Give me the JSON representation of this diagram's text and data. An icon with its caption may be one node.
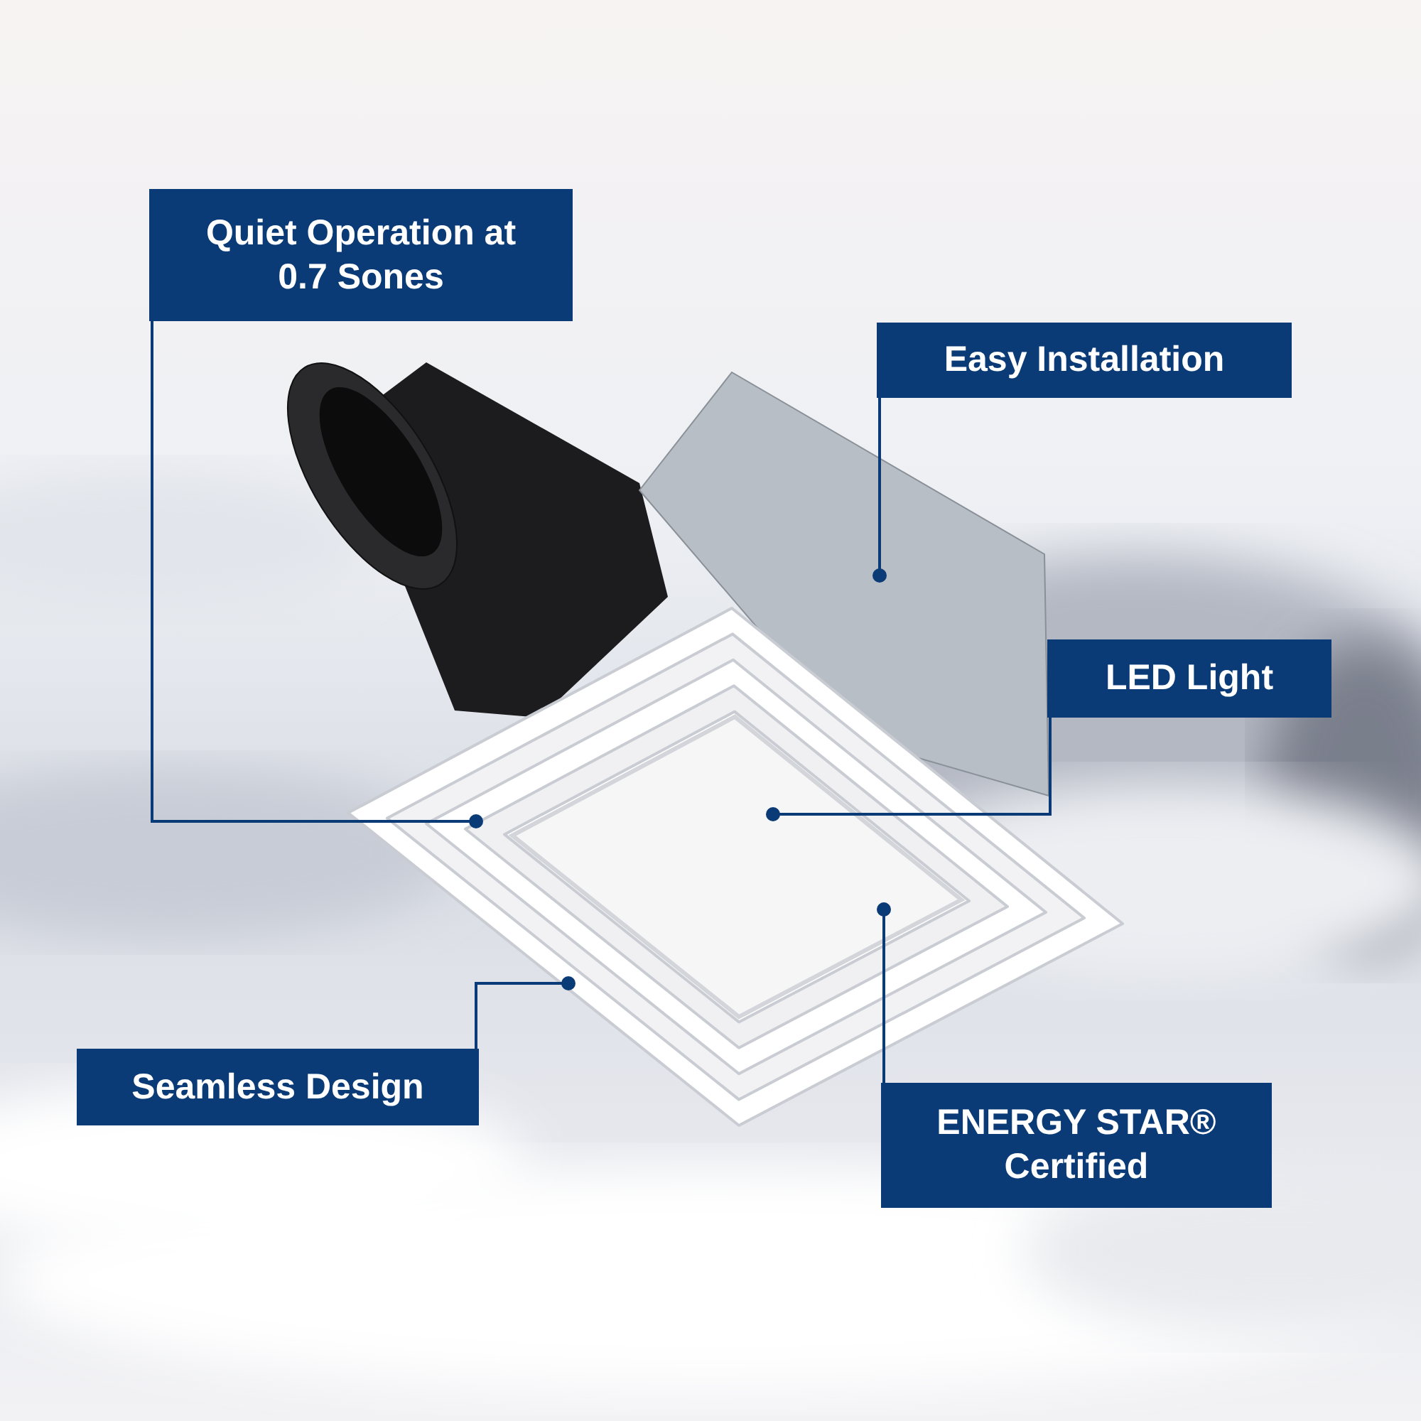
{
  "diagram": {
    "nodes": [
      {
        "text": [
          "Quiet Operation at 0.7 Sones"
        ]
      },
      {
        "text": [
          "Easy Installation"
        ]
      },
      {
        "text": [
          "LED Light"
        ]
      },
      {
        "text": [
          "Seamless Design"
        ]
      },
      {
        "text": [
          "ENERGY STAR® Certified"
        ]
      },
      {
        "text": [],
        "shape": "picture"
      },
      {
        "text": [],
        "shape": "picture"
      },
      {
        "text": [],
        "shape": "picture",
        "in": 5
      }
    ],
    "edges": [
      {
        "from": 0,
        "to": 5,
        "arrow": "other"
      },
      {
        "from": 1,
        "to": 6,
        "arrow": "other"
      },
      {
        "from": 2,
        "to": 7,
        "arrow": "other"
      },
      {
        "from": 3,
        "to": 5,
        "arrow": "other"
      },
      {
        "from": 4,
        "to": 7,
        "arrow": "other"
      }
    ]
  }
}
